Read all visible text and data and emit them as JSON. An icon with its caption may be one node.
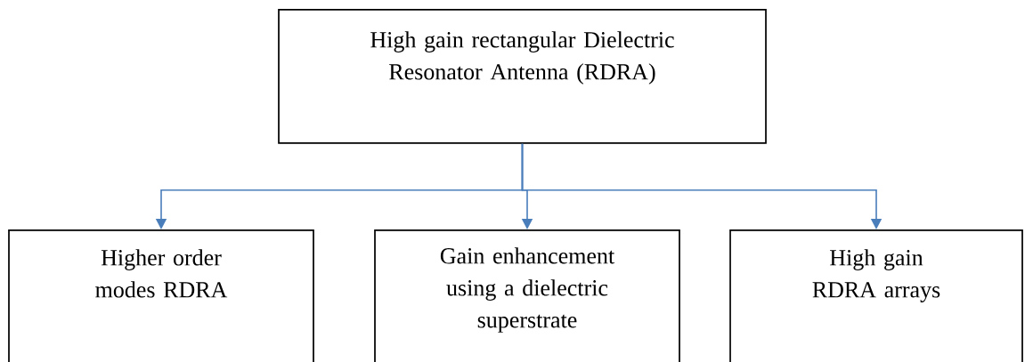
{
  "diagram": {
    "nodes": [
      {
        "text": [
          "High gain rectangular Dielectric Resonator Antenna (RDRA)"
        ]
      },
      {
        "text": [
          "Higher order modes RDRA"
        ]
      },
      {
        "text": [
          "Gain enhancement using a dielectric superstrate"
        ]
      },
      {
        "text": [
          "High gain RDRA arrays"
        ]
      }
    ],
    "edges": [
      {
        "from": 0,
        "to": 1,
        "arrow": "to"
      },
      {
        "from": 0,
        "to": 2,
        "arrow": "to"
      },
      {
        "from": 0,
        "to": 3,
        "arrow": "to"
      }
    ]
  }
}
